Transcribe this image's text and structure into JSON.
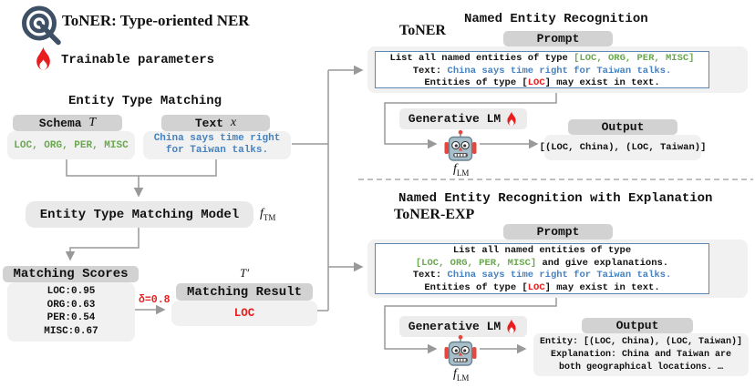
{
  "legend": {
    "title": "ToNER: Type-oriented NER",
    "trainable_label": "Trainable parameters"
  },
  "matching": {
    "heading": "Entity Type Matching",
    "schema": {
      "label": "Schema",
      "var": "T",
      "content": "LOC, ORG, PER, MISC"
    },
    "text": {
      "label": "Text",
      "var": "x",
      "line1": "China says time right",
      "line2": "for Taiwan talks."
    },
    "model": {
      "label": "Entity Type Matching Model",
      "fn": "f",
      "fn_sub": "TM"
    },
    "scores": {
      "label": "Matching Scores",
      "items": [
        "LOC:0.95",
        "ORG:0.63",
        "PER:0.54",
        "MISC:0.67"
      ]
    },
    "threshold_label": "δ=0.8",
    "result": {
      "var": "T′",
      "label": "Matching Result",
      "value": "LOC"
    }
  },
  "toner": {
    "section_title": "Named Entity Recognition",
    "model_name": "ToNER",
    "prompt_label": "Prompt",
    "prompt": {
      "l1_black": "List all named entities of type ",
      "l1_green": "[LOC, ORG, PER, MISC]",
      "l2_black": "Text: ",
      "l2_blue": "China says time right for Taiwan talks.",
      "l3_pre": "Entities of type [",
      "l3_red": "LOC",
      "l3_post": "] may exist in text."
    },
    "glm_label": "Generative LM",
    "fn": "f",
    "fn_sub": "LM",
    "output_label": "Output",
    "output": "[(LOC, China), (LOC, Taiwan)]"
  },
  "toner_exp": {
    "section_title": "Named Entity Recognition with Explanation",
    "model_name": "ToNER-EXP",
    "prompt_label": "Prompt",
    "prompt": {
      "l1": "List all named entities of type",
      "l2_green": "[LOC, ORG, PER, MISC]",
      "l2_black": " and give explanations.",
      "l3_black": "Text: ",
      "l3_blue": "China says time right for Taiwan talks.",
      "l4_pre": "Entities of type [",
      "l4_red": "LOC",
      "l4_post": "] may exist in text."
    },
    "glm_label": "Generative LM",
    "fn": "f",
    "fn_sub": "LM",
    "output_label": "Output",
    "output_lines": [
      "Entity: [(LOC, China), (LOC, Taiwan)]",
      "Explanation: China and Taiwan are",
      "both geographical locations. …"
    ]
  },
  "icons": {
    "target": "target-dart-icon",
    "flame": "flame-icon",
    "robot": "robot-icon"
  },
  "colors": {
    "green": "#6aa84f",
    "blue": "#4582c0",
    "red": "#e81e1e",
    "box_header_gray": "#d2d2d2",
    "box_light_gray": "#f1f1f1",
    "prompt_border_blue": "#5b87b5",
    "connector_gray": "#999999",
    "icon_navy": "#3d5066"
  }
}
